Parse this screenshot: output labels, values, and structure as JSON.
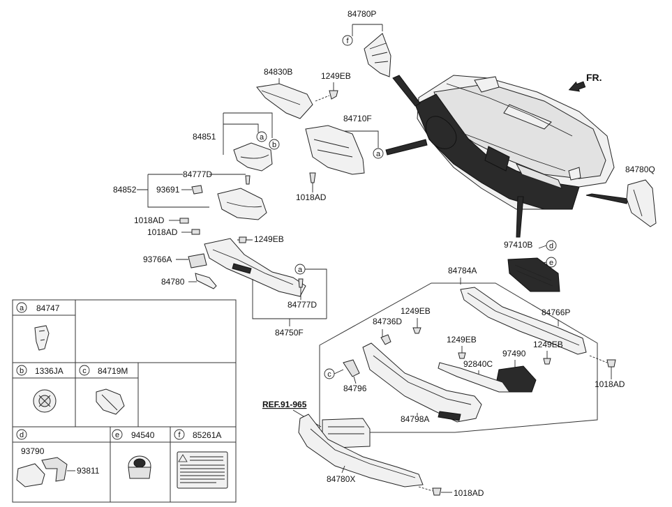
{
  "direction_label": "FR.",
  "ref_label": "REF.91-965",
  "callouts": {
    "a": "a",
    "b": "b",
    "c": "c",
    "d": "d",
    "e": "e",
    "f": "f"
  },
  "parts": {
    "p84780P": "84780P",
    "p84830B": "84830B",
    "p1249EB_top": "1249EB",
    "p84710F": "84710F",
    "p84851": "84851",
    "p84777D_top": "84777D",
    "p84852": "84852",
    "p93691": "93691",
    "p1018AD_a": "1018AD",
    "p1018AD_b": "1018AD",
    "p1018AD_c": "1018AD",
    "p1249EB_mid": "1249EB",
    "p93766A": "93766A",
    "p84780": "84780",
    "p84777D_low": "84777D",
    "p84750F": "84750F",
    "p84780Q": "84780Q",
    "p97410B": "97410B",
    "p84784A": "84784A",
    "p84736D": "84736D",
    "p1249EB_r1": "1249EB",
    "p84766P": "84766P",
    "p1249EB_r2": "1249EB",
    "p97490": "97490",
    "p1249EB_r3": "1249EB",
    "p92840C": "92840C",
    "p1018AD_r": "1018AD",
    "p84796": "84796",
    "p84798A": "84798A",
    "p84780X": "84780X",
    "p1018AD_bot": "1018AD"
  },
  "legend": {
    "a": {
      "code": "a",
      "part": "84747"
    },
    "b": {
      "code": "b",
      "part": "1336JA"
    },
    "c": {
      "code": "c",
      "part": "84719M"
    },
    "d": {
      "code": "d",
      "part_1": "93790",
      "part_2": "93811"
    },
    "e": {
      "code": "e",
      "part": "94540"
    },
    "f": {
      "code": "f",
      "part": "85261A"
    }
  }
}
